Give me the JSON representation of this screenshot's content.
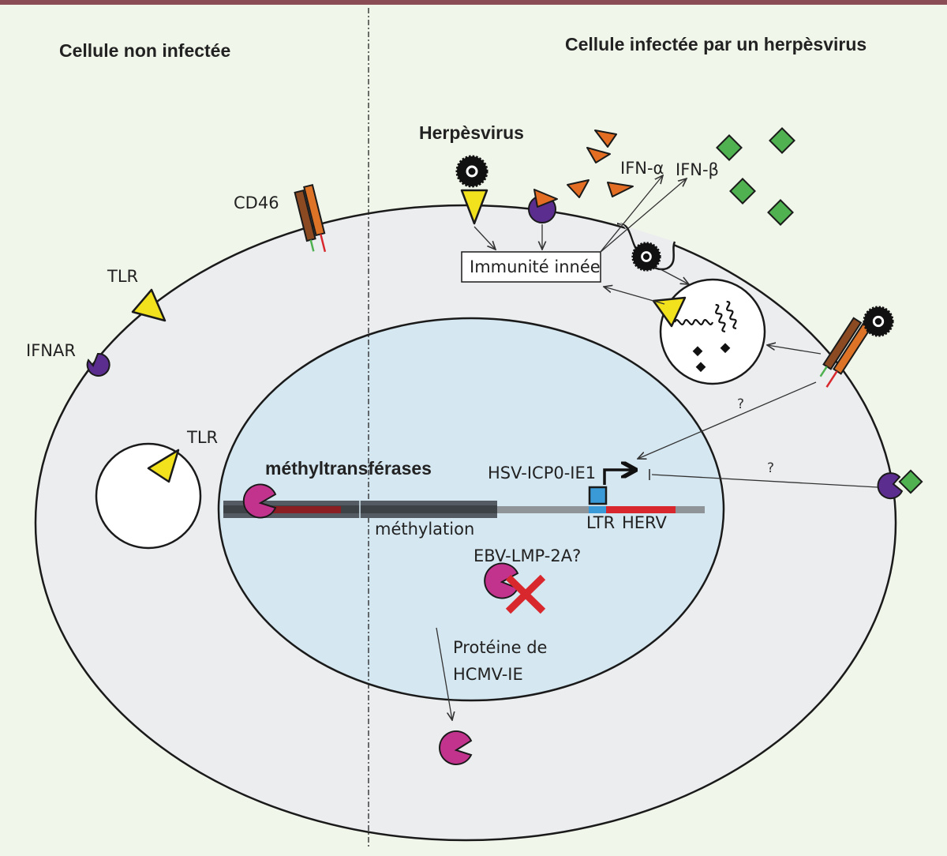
{
  "colors": {
    "background": "#f1f6ea",
    "cell": "#ebedef",
    "nucleus": "#d5e7f1",
    "top_border": "#8a4d56",
    "receptor_purple": "#5b2d8e",
    "methyltransferase_magenta": "#c2338e",
    "tlr_yellow": "#f2e21d",
    "ifn_alpha_orange": "#e36d22",
    "ifn_beta_green": "#4fb14f",
    "cd46_brown": "#8b4a22",
    "cd46_orange": "#dd7326",
    "herv_red": "#d8282e",
    "methylated_dna": "#555b62",
    "ltr_blue": "#3a9ad8"
  },
  "headers": {
    "left": "Cellule non infectée",
    "right": "Cellule infectée par un herpèsvirus"
  },
  "labels": {
    "herpesvirus": "Herpèsvirus",
    "ifn_alpha": "IFN-α",
    "ifn_beta": "IFN-β",
    "cd46": "CD46",
    "tlr_membrane": "TLR",
    "tlr_endosome": "TLR",
    "ifnar": "IFNAR",
    "innate_immunity": "Immunité innée",
    "methyltransferases": "méthyltransférases",
    "hsv_icp0": "HSV-ICP0-IE1",
    "methylation": "méthylation",
    "ltr": "LTR",
    "herv": "HERV",
    "ebv": "EBV-LMP-2A?",
    "hcmv_line1": "Protéine de",
    "hcmv_line2": "HCMV-IE",
    "question_1": "?",
    "question_2": "?"
  },
  "icons": [
    "herpesvirus-particle-icon",
    "tlr-receptor-icon",
    "ifnar-receptor-icon",
    "cd46-receptor-icon",
    "ifn-alpha-triangle-icon",
    "ifn-beta-square-icon",
    "methyltransferase-icon",
    "inhibition-cross-icon",
    "viral-dna-icon",
    "promoter-arrow-icon"
  ]
}
